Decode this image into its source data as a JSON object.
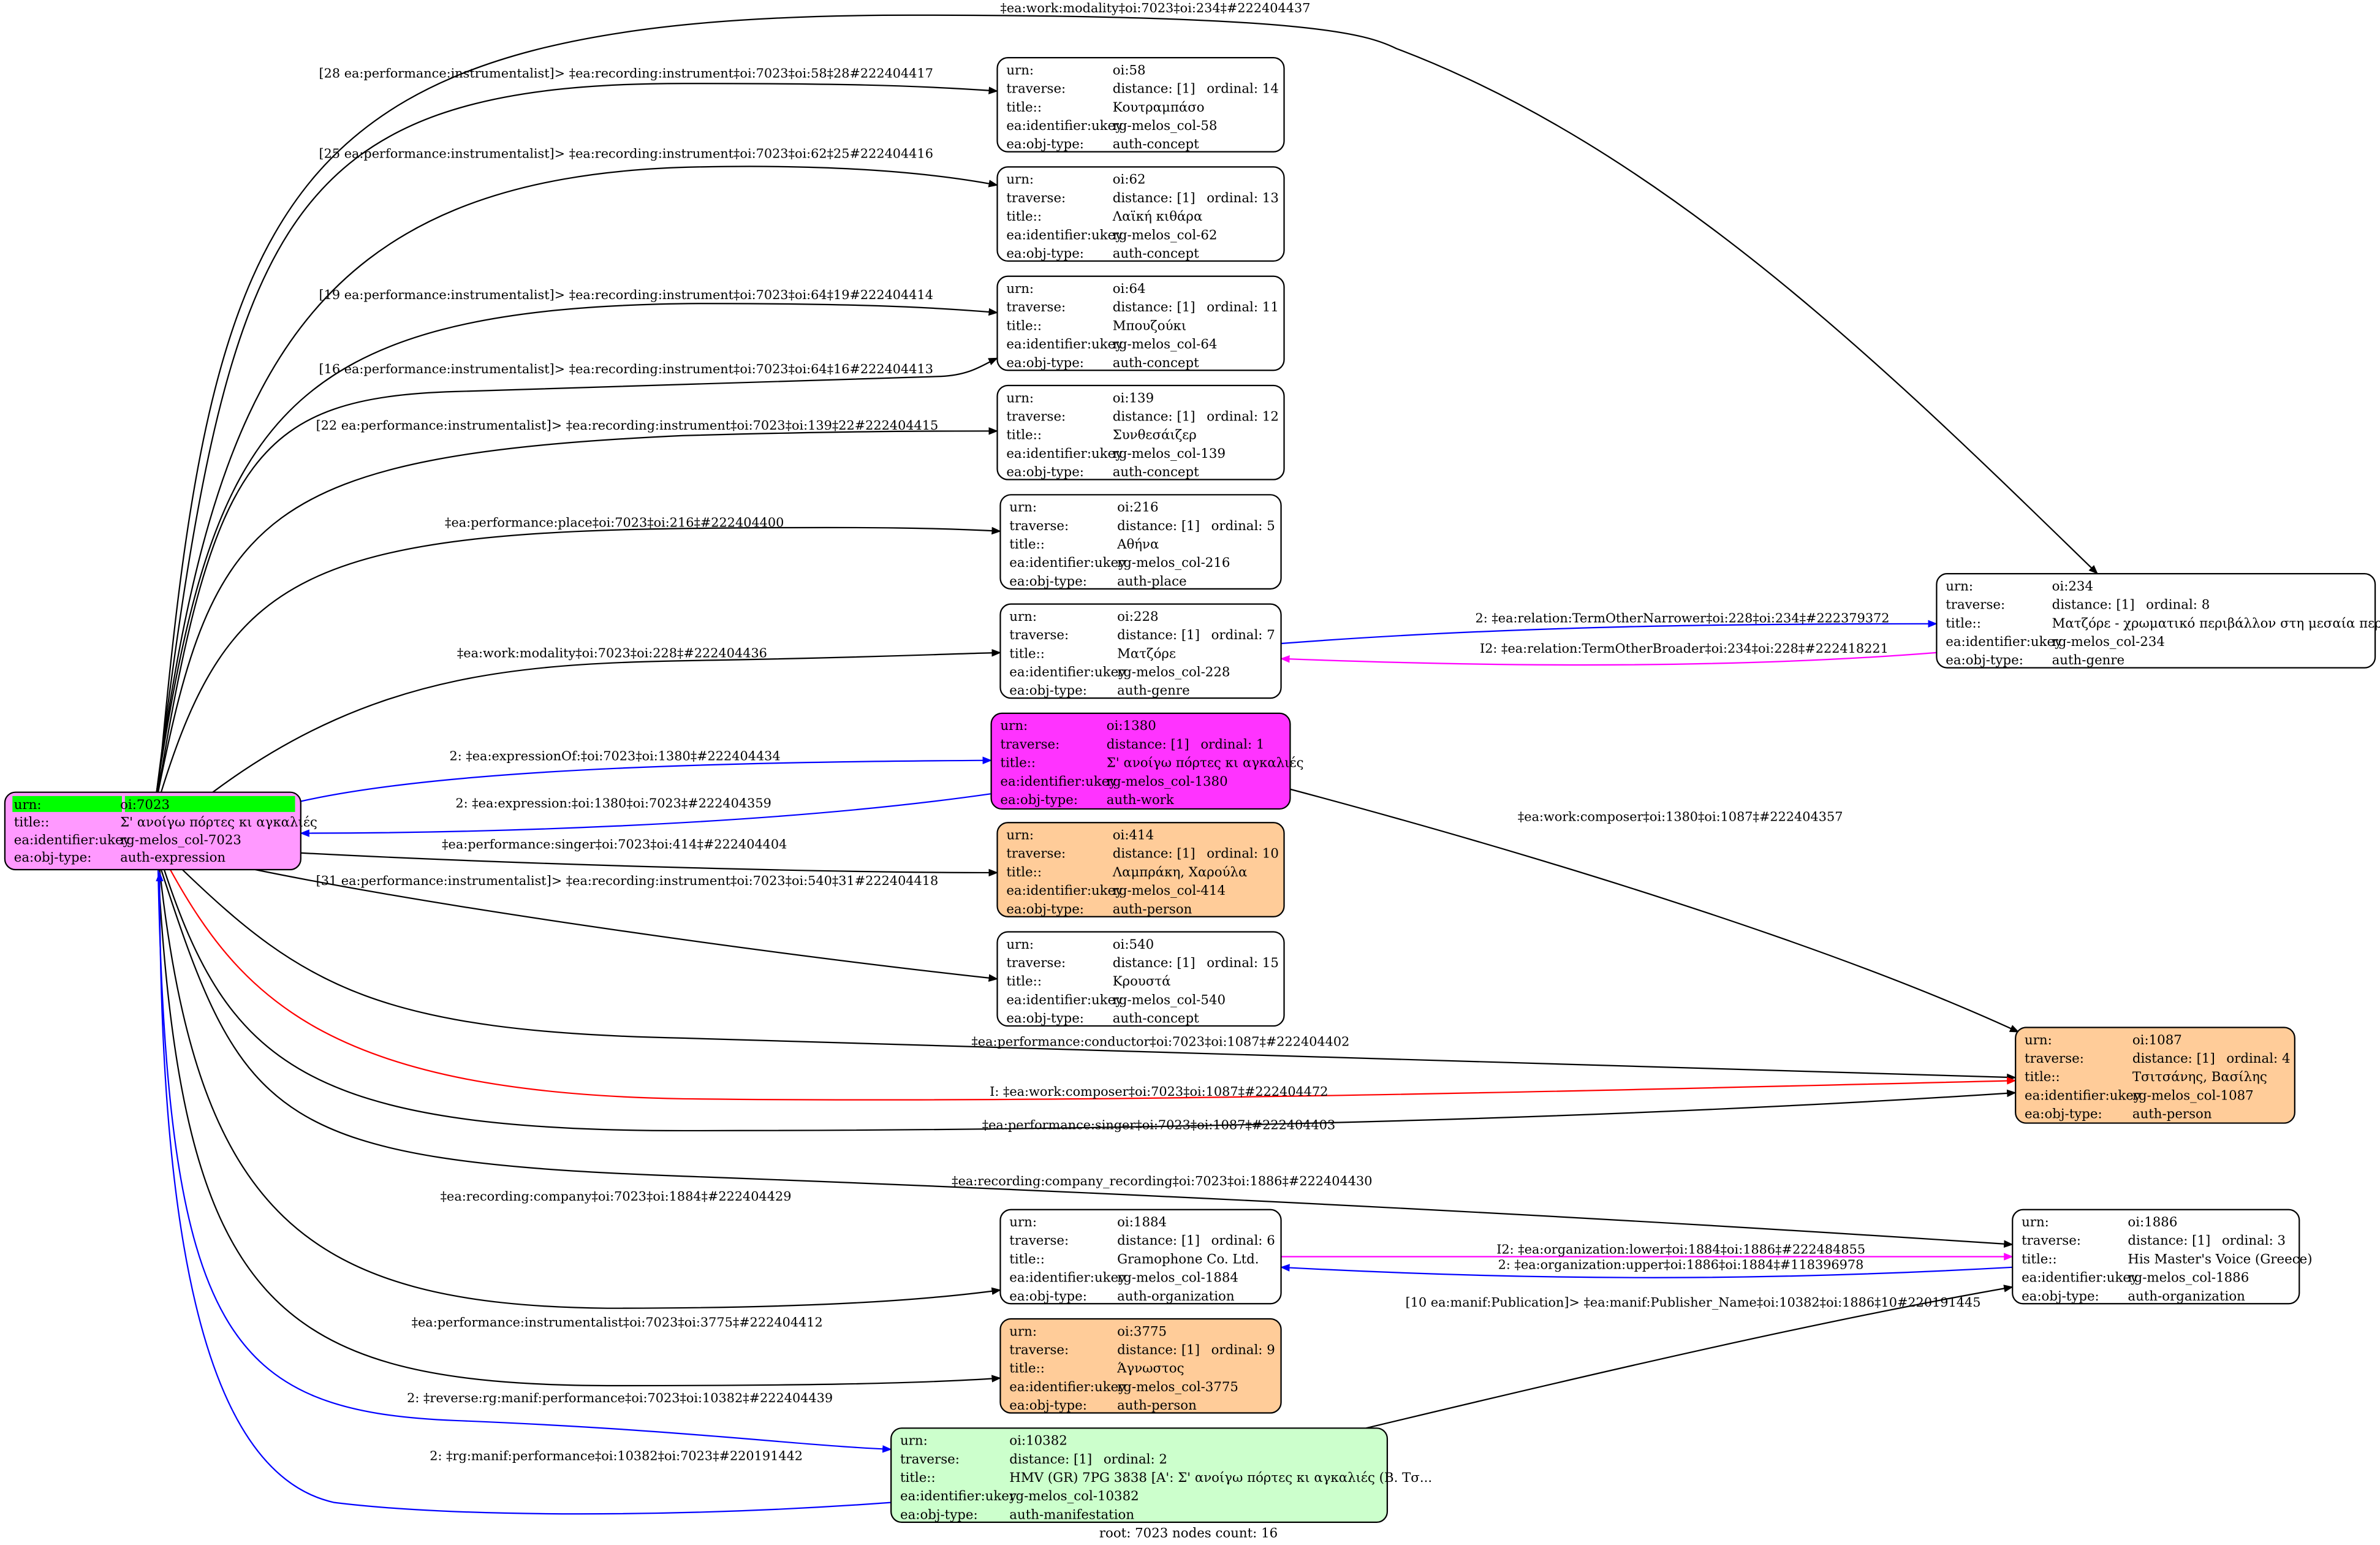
{
  "labels": {
    "urn": "urn:",
    "traverse": "traverse:",
    "title": "title::",
    "ukey": "ea:identifier:ukey",
    "objtype": "ea:obj-type:"
  },
  "colors": {
    "root": "#ff99ff",
    "root_urn": "#00ff00",
    "work": "#ff33ff",
    "person": "#ffcc99",
    "manifestation": "#ccffcc",
    "default": "#ffffff",
    "edge_black": "#000000",
    "edge_blue": "#0000ff",
    "edge_red": "#ff0000",
    "edge_magenta": "#ff00ff"
  },
  "nodes": {
    "n7023": {
      "urn": "oi:7023",
      "title": "Σ' ανοίγω πόρτες κι αγκαλιές",
      "ukey": "rg-melos_col-7023",
      "objtype": "auth-expression"
    },
    "n58": {
      "urn": "oi:58",
      "distance": "distance: [1]",
      "ordinal": "ordinal: 14",
      "title": "Κουτραμπάσο",
      "ukey": "rg-melos_col-58",
      "objtype": "auth-concept"
    },
    "n62": {
      "urn": "oi:62",
      "distance": "distance: [1]",
      "ordinal": "ordinal: 13",
      "title": "Λαϊκή κιθάρα",
      "ukey": "rg-melos_col-62",
      "objtype": "auth-concept"
    },
    "n64": {
      "urn": "oi:64",
      "distance": "distance: [1]",
      "ordinal": "ordinal: 11",
      "title": "Μπουζούκι",
      "ukey": "rg-melos_col-64",
      "objtype": "auth-concept"
    },
    "n139": {
      "urn": "oi:139",
      "distance": "distance: [1]",
      "ordinal": "ordinal: 12",
      "title": "Συνθεσάιζερ",
      "ukey": "rg-melos_col-139",
      "objtype": "auth-concept"
    },
    "n216": {
      "urn": "oi:216",
      "distance": "distance: [1]",
      "ordinal": "ordinal: 5",
      "title": "Αθήνα",
      "ukey": "rg-melos_col-216",
      "objtype": "auth-place"
    },
    "n228": {
      "urn": "oi:228",
      "distance": "distance: [1]",
      "ordinal": "ordinal: 7",
      "title": "Ματζόρε",
      "ukey": "rg-melos_col-228",
      "objtype": "auth-genre"
    },
    "n1380": {
      "urn": "oi:1380",
      "distance": "distance: [1]",
      "ordinal": "ordinal: 1",
      "title": "Σ' ανοίγω πόρτες κι αγκαλιές",
      "ukey": "rg-melos_col-1380",
      "objtype": "auth-work"
    },
    "n414": {
      "urn": "oi:414",
      "distance": "distance: [1]",
      "ordinal": "ordinal: 10",
      "title": "Λαμπράκη, Χαρούλα",
      "ukey": "rg-melos_col-414",
      "objtype": "auth-person"
    },
    "n540": {
      "urn": "oi:540",
      "distance": "distance: [1]",
      "ordinal": "ordinal: 15",
      "title": "Κρουστά",
      "ukey": "rg-melos_col-540",
      "objtype": "auth-concept"
    },
    "n234": {
      "urn": "oi:234",
      "distance": "distance: [1]",
      "ordinal": "ordinal: 8",
      "title": "Ματζόρε - χρωματικό περιβάλλον στη μεσαία περιοχή",
      "ukey": "rg-melos_col-234",
      "objtype": "auth-genre"
    },
    "n1087": {
      "urn": "oi:1087",
      "distance": "distance: [1]",
      "ordinal": "ordinal: 4",
      "title": "Τσιτσάνης, Βασίλης",
      "ukey": "rg-melos_col-1087",
      "objtype": "auth-person"
    },
    "n1884": {
      "urn": "oi:1884",
      "distance": "distance: [1]",
      "ordinal": "ordinal: 6",
      "title": "Gramophone Co. Ltd.",
      "ukey": "rg-melos_col-1884",
      "objtype": "auth-organization"
    },
    "n1886": {
      "urn": "oi:1886",
      "distance": "distance: [1]",
      "ordinal": "ordinal: 3",
      "title": "His Master's Voice (Greece)",
      "ukey": "rg-melos_col-1886",
      "objtype": "auth-organization"
    },
    "n3775": {
      "urn": "oi:3775",
      "distance": "distance: [1]",
      "ordinal": "ordinal: 9",
      "title": "Άγνωστος",
      "ukey": "rg-melos_col-3775",
      "objtype": "auth-person"
    },
    "n10382": {
      "urn": "oi:10382",
      "distance": "distance: [1]",
      "ordinal": "ordinal: 2",
      "title": "HMV (GR) 7PG 3838 [A': Σ' ανοίγω πόρτες κι αγκαλιές (Β. Τσ...",
      "ukey": "rg-melos_col-10382",
      "objtype": "auth-manifestation"
    }
  },
  "edges": [
    {
      "label": "‡ea:work:modality‡oi:7023‡oi:234‡#222404437"
    },
    {
      "label": "[28 ea:performance:instrumentalist]> ‡ea:recording:instrument‡oi:7023‡oi:58‡28#222404417"
    },
    {
      "label": "[25 ea:performance:instrumentalist]> ‡ea:recording:instrument‡oi:7023‡oi:62‡25#222404416"
    },
    {
      "label": "[19 ea:performance:instrumentalist]> ‡ea:recording:instrument‡oi:7023‡oi:64‡19#222404414"
    },
    {
      "label": "[16 ea:performance:instrumentalist]> ‡ea:recording:instrument‡oi:7023‡oi:64‡16#222404413"
    },
    {
      "label": "[22 ea:performance:instrumentalist]> ‡ea:recording:instrument‡oi:7023‡oi:139‡22#222404415"
    },
    {
      "label": "‡ea:performance:place‡oi:7023‡oi:216‡#222404400"
    },
    {
      "label": "‡ea:work:modality‡oi:7023‡oi:228‡#222404436"
    },
    {
      "label": "2: ‡ea:expressionOf:‡oi:7023‡oi:1380‡#222404434"
    },
    {
      "label": "2: ‡ea:expression:‡oi:1380‡oi:7023‡#222404359"
    },
    {
      "label": "‡ea:performance:singer‡oi:7023‡oi:414‡#222404404"
    },
    {
      "label": "[31 ea:performance:instrumentalist]> ‡ea:recording:instrument‡oi:7023‡oi:540‡31#222404418"
    },
    {
      "label": "‡ea:work:composer‡oi:1380‡oi:1087‡#222404357"
    },
    {
      "label": "2: ‡ea:relation:TermOtherNarrower‡oi:228‡oi:234‡#222379372"
    },
    {
      "label": "I2: ‡ea:relation:TermOtherBroader‡oi:234‡oi:228‡#222418221"
    },
    {
      "label": "‡ea:performance:conductor‡oi:7023‡oi:1087‡#222404402"
    },
    {
      "label": "I: ‡ea:work:composer‡oi:7023‡oi:1087‡#222404472"
    },
    {
      "label": "‡ea:performance:singer‡oi:7023‡oi:1087‡#222404403"
    },
    {
      "label": "‡ea:recording:company_recording‡oi:7023‡oi:1886‡#222404430"
    },
    {
      "label": "‡ea:recording:company‡oi:7023‡oi:1884‡#222404429"
    },
    {
      "label": "I2: ‡ea:organization:lower‡oi:1884‡oi:1886‡#222484855"
    },
    {
      "label": "2: ‡ea:organization:upper‡oi:1886‡oi:1884‡#118396978"
    },
    {
      "label": "[10 ea:manif:Publication]> ‡ea:manif:Publisher_Name‡oi:10382‡oi:1886‡10#220191445"
    },
    {
      "label": "‡ea:performance:instrumentalist‡oi:7023‡oi:3775‡#222404412"
    },
    {
      "label": "2: ‡reverse:rg:manif:performance‡oi:7023‡oi:10382‡#222404439"
    },
    {
      "label": "2: ‡rg:manif:performance‡oi:10382‡oi:7023‡#220191442"
    }
  ],
  "footer": "root: 7023 nodes count: 16"
}
